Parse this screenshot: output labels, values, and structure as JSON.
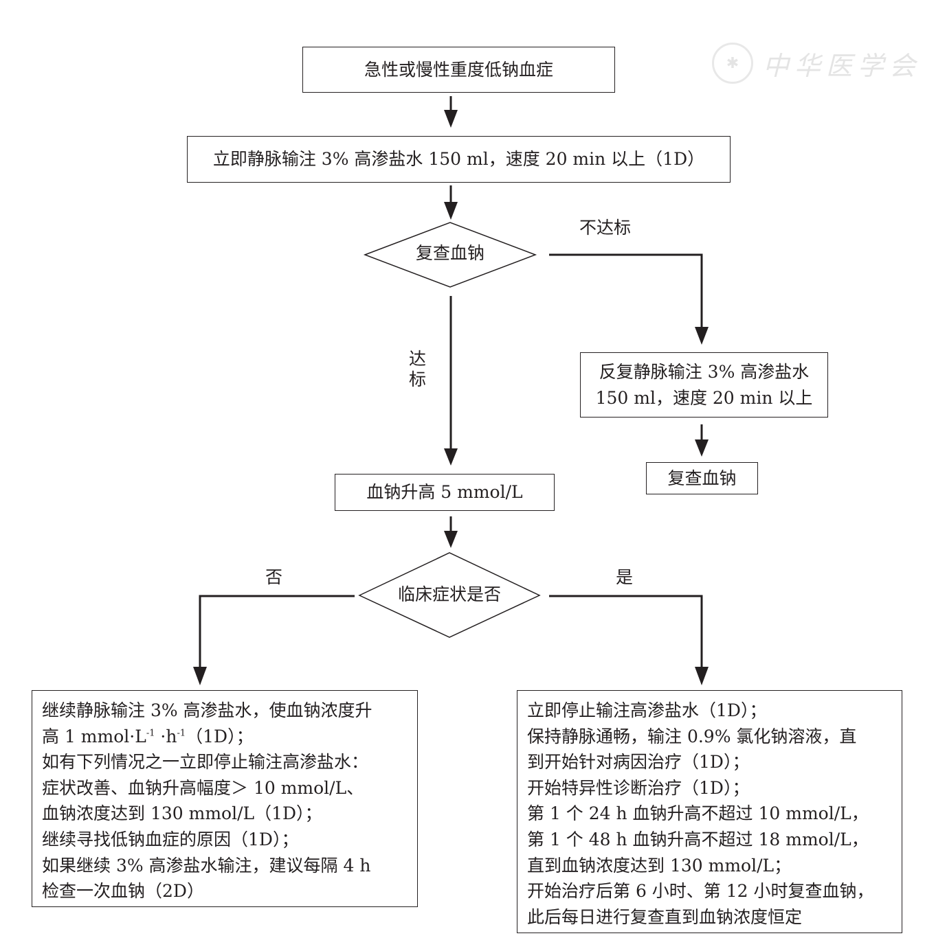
{
  "watermark": {
    "seal_glyph": "✱",
    "text": "中华医学会"
  },
  "nodes": {
    "start": "急性或慢性重度低钠血症",
    "step1": "立即静脉输注 3% 高渗盐水 150 ml，速度 20 min 以上（1D）",
    "decision1": "复查血钠",
    "repeat": [
      "反复静脉输注 3% 高渗盐水",
      "150 ml，速度 20 min 以上"
    ],
    "recheck": "复查血钠",
    "rise": "血钠升高 5 mmol/L",
    "decision2": "临床症状是否"
  },
  "edges": {
    "not_reached": "不达标",
    "reached": [
      "达",
      "标"
    ],
    "no": "否",
    "yes": "是"
  },
  "left_box": {
    "lines": [
      "继续静脉输注 3% 高渗盐水，使血钠浓度升",
      "高 1 mmol·L",
      "如有下列情况之一立即停止输注高渗盐水：",
      "症状改善、血钠升高幅度＞ 10 mmol/L、",
      "血钠浓度达到 130 mmol/L（1D）；",
      "继续寻找低钠血症的原因（1D）；",
      "如果继续 3% 高渗盐水输注，建议每隔 4 h",
      "检查一次血钠（2D）"
    ],
    "unit_sup1": "-1",
    "unit_mid": " ·h",
    "unit_sup2": "-1",
    "unit_tail": "（1D）；"
  },
  "right_box": {
    "lines": [
      "立即停止输注高渗盐水（1D）；",
      "保持静脉通畅，输注 0.9% 氯化钠溶液，直",
      "到开始针对病因治疗（1D）；",
      "开始特异性诊断治疗（1D）；",
      "第 1 个 24 h 血钠升高不超过 10 mmol/L，",
      "第 1 个 48 h 血钠升高不超过 18 mmol/L，",
      "直到血钠浓度达到 130 mmol/L；",
      "开始治疗后第 6 小时、第 12 小时复查血钠，",
      "此后每日进行复查直到血钠浓度恒定"
    ]
  }
}
